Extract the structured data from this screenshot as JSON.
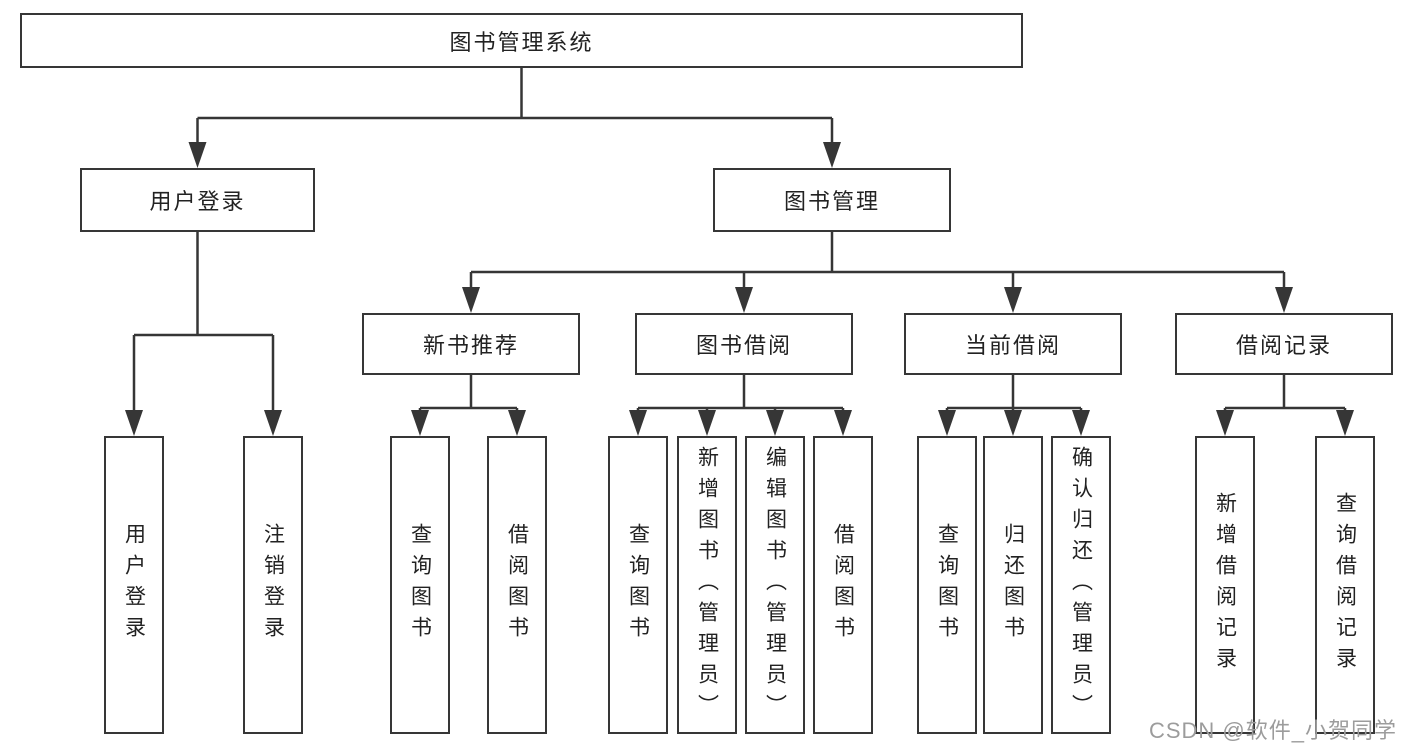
{
  "diagram_title": "图书管理系统",
  "nodes": {
    "root": "图书管理系统",
    "branches": [
      {
        "label": "用户登录",
        "children": [
          {
            "label": "用户登录"
          },
          {
            "label": "注销登录"
          }
        ]
      },
      {
        "label": "图书管理",
        "children": [
          {
            "label": "新书推荐",
            "children": [
              {
                "label": "查询图书"
              },
              {
                "label": "借阅图书"
              }
            ]
          },
          {
            "label": "图书借阅",
            "children": [
              {
                "label": "查询图书"
              },
              {
                "label": "新增图书（管理员）"
              },
              {
                "label": "编辑图书（管理员）"
              },
              {
                "label": "借阅图书"
              }
            ]
          },
          {
            "label": "当前借阅",
            "children": [
              {
                "label": "查询图书"
              },
              {
                "label": "归还图书"
              },
              {
                "label": "确认归还（管理员）"
              }
            ]
          },
          {
            "label": "借阅记录",
            "children": [
              {
                "label": "新增借阅记录"
              },
              {
                "label": "查询借阅记录"
              }
            ]
          }
        ]
      }
    ]
  },
  "watermark": {
    "text": "CSDN @软件_小贺同学"
  },
  "colors": {
    "background": "#ffffff",
    "border": "#363636",
    "line": "#363636",
    "text": "#222222",
    "watermark": "#9c9c9c"
  }
}
